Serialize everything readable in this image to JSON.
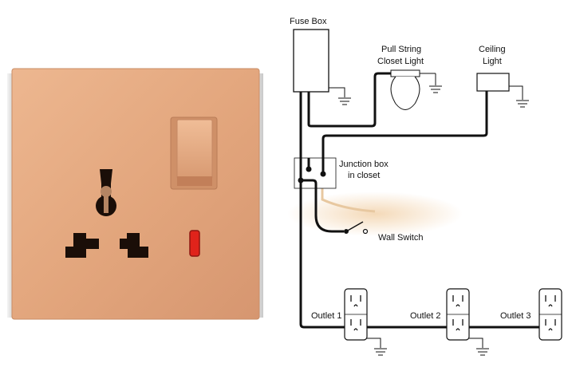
{
  "socket_panel": {
    "icon": "universal-socket-with-switch-icon",
    "colors": {
      "plate": "#e2a77e",
      "plate_edge": "#c98d66",
      "indicator": "#e0231b",
      "holes": "#1a0e08"
    }
  },
  "wiring_diagram": {
    "labels": {
      "fuse_box": "Fuse Box",
      "pull_string_line1": "Pull String",
      "pull_string_line2": "Closet Light",
      "ceiling_line1": "Ceiling",
      "ceiling_line2": "Light",
      "junction_line1": "Junction box",
      "junction_line2": "in closet",
      "wall_switch": "Wall Switch",
      "outlet1": "Outlet 1",
      "outlet2": "Outlet 2",
      "outlet3": "Outlet 3"
    },
    "colors": {
      "wire": "#111111",
      "highlight": "#f1d8b8"
    }
  }
}
